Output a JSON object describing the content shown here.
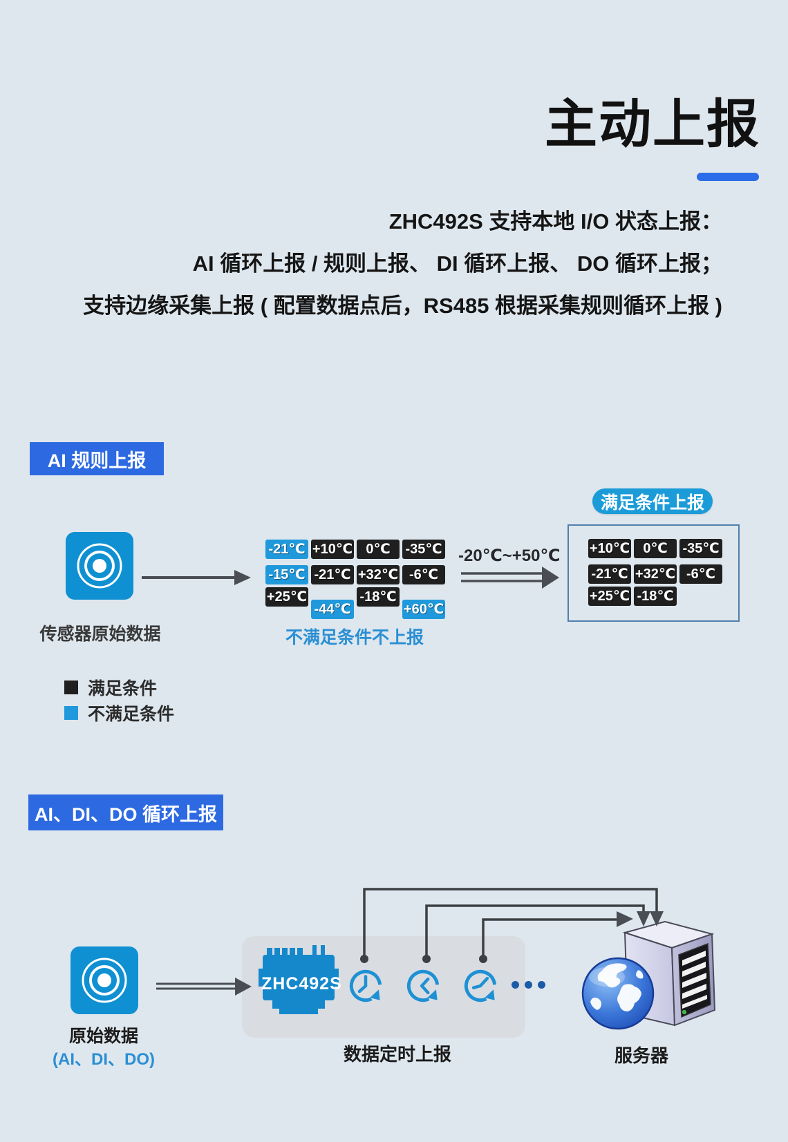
{
  "title": {
    "text": "主动上报",
    "accent_color": "#2b6de8"
  },
  "intro": {
    "line1": "ZHC492S 支持本地 I/O 状态上报：",
    "line2": "AI 循环上报 / 规则上报、 DI 循环上报、 DO 循环上报；",
    "line3": "支持边缘采集上报 ( 配置数据点后，RS485 根据采集规则循环上报 )"
  },
  "section_rule": {
    "badge": "AI 规则上报",
    "source_caption": "传感器原始数据",
    "range_label": "-20℃~+50℃",
    "reject_caption": "不满足条件不上报",
    "accept_badge": "满足条件上报",
    "raw_grid": {
      "cells": [
        {
          "t": "-21℃",
          "s": "miss",
          "col": 0,
          "row": 0
        },
        {
          "t": "+10℃",
          "s": "hit",
          "col": 1,
          "row": 0
        },
        {
          "t": "0℃",
          "s": "hit",
          "col": 2,
          "row": 0
        },
        {
          "t": "-35℃",
          "s": "hit",
          "col": 3,
          "row": 0
        },
        {
          "t": "-15℃",
          "s": "miss",
          "col": 0,
          "row": 1
        },
        {
          "t": "-21℃",
          "s": "hit",
          "col": 1,
          "row": 1
        },
        {
          "t": "+32℃",
          "s": "hit",
          "col": 2,
          "row": 1
        },
        {
          "t": "-6℃",
          "s": "hit",
          "col": 3,
          "row": 1
        },
        {
          "t": "+25℃",
          "s": "hit",
          "col": 0,
          "row": 2
        },
        {
          "t": "-44℃",
          "s": "miss",
          "col": 1,
          "row": 2,
          "drop": true
        },
        {
          "t": "-18℃",
          "s": "hit",
          "col": 2,
          "row": 2
        },
        {
          "t": "+60℃",
          "s": "miss",
          "col": 3,
          "row": 2,
          "drop": true
        }
      ]
    },
    "accepted_grid": {
      "cells": [
        {
          "t": "+10℃",
          "s": "hit",
          "col": 0,
          "row": 0
        },
        {
          "t": "0℃",
          "s": "hit",
          "col": 1,
          "row": 0
        },
        {
          "t": "-35℃",
          "s": "hit",
          "col": 2,
          "row": 0
        },
        {
          "t": "-21℃",
          "s": "hit",
          "col": 0,
          "row": 1
        },
        {
          "t": "+32℃",
          "s": "hit",
          "col": 1,
          "row": 1
        },
        {
          "t": "-6℃",
          "s": "hit",
          "col": 2,
          "row": 1
        },
        {
          "t": "+25℃",
          "s": "hit",
          "col": 0,
          "row": 2
        },
        {
          "t": "-18℃",
          "s": "hit",
          "col": 1,
          "row": 2
        }
      ]
    },
    "legend": [
      {
        "swatch": "#1f1f1f",
        "label": "满足条件"
      },
      {
        "swatch": "#2099dc",
        "label": "不满足条件"
      }
    ]
  },
  "section_cycle": {
    "badge": "AI、DI、DO 循环上报",
    "source_caption": "原始数据",
    "source_sub_caption": "(AI、DI、DO)",
    "device_label": "ZHC492S",
    "timer_caption": "数据定时上报",
    "server_caption": "服务器"
  },
  "colors": {
    "background": "#dfe7ee",
    "badge_blue": "#2d6ae2",
    "cell_hit": "#1f1f1f",
    "cell_miss": "#2099dc",
    "icon_blue": "#0f90d2",
    "pill_blue": "#1b9cd9",
    "arrow_gray": "#4a4e54",
    "link_text_blue": "#2a8fd3"
  }
}
